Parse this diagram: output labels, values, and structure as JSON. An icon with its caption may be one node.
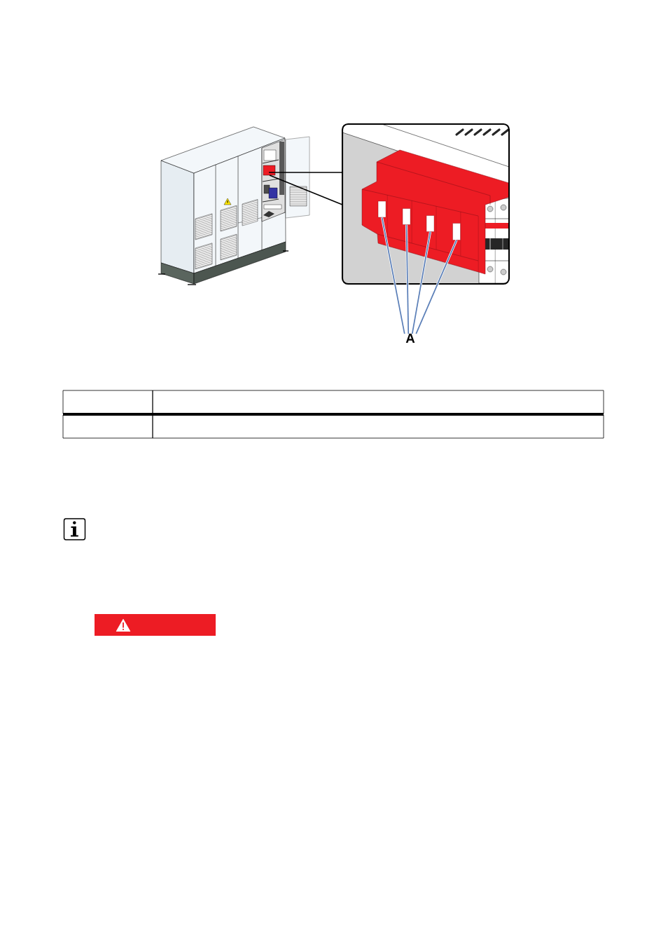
{
  "diagram": {
    "nodes": [
      {
        "text": [
          "A"
        ]
      },
      {
        "text": [],
        "shape": "box"
      },
      {
        "text": [],
        "shape": "box"
      },
      {
        "text": [],
        "shape": "box"
      },
      {
        "text": [],
        "shape": "box"
      }
    ],
    "edges": [
      {
        "from": 0,
        "to": 1,
        "arrow": "none"
      },
      {
        "from": 0,
        "to": 2,
        "arrow": "none"
      },
      {
        "from": 0,
        "to": 3,
        "arrow": "none"
      },
      {
        "from": 0,
        "to": 4,
        "arrow": "none"
      }
    ]
  }
}
